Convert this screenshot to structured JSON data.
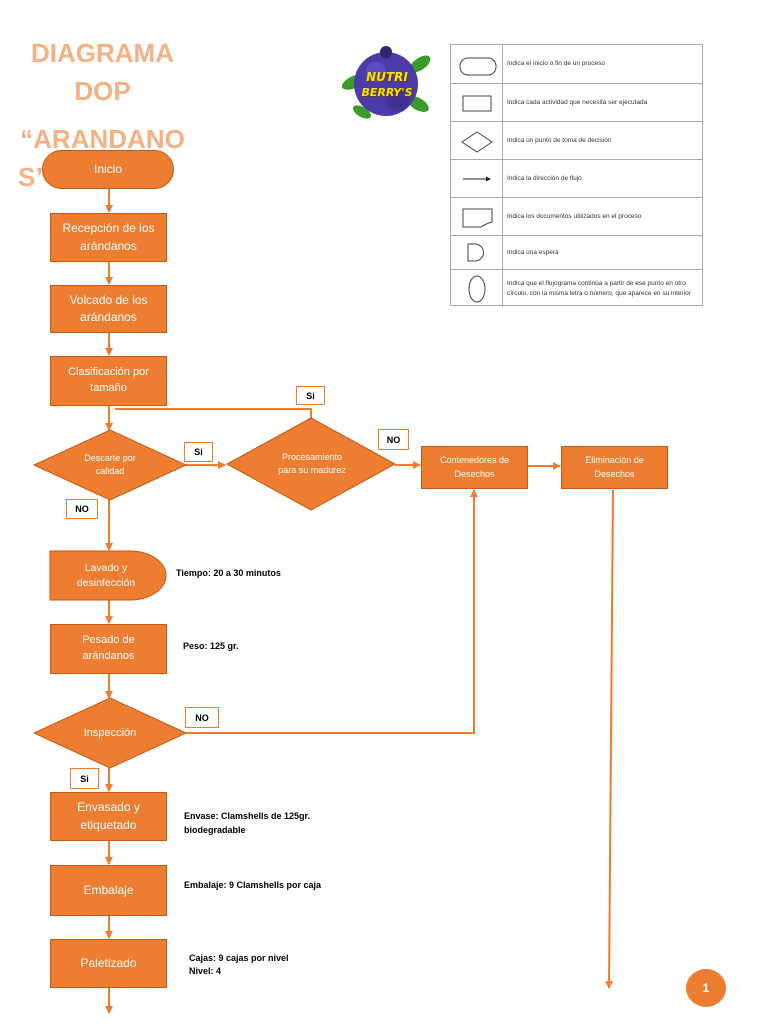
{
  "title": {
    "line1": "DIAGRAMA",
    "line2": "DOP",
    "line3": "“ARANDANO",
    "line4": "S”"
  },
  "logo": {
    "line1": "NUTRI",
    "line2": "BERRY'S"
  },
  "legend": {
    "items": [
      {
        "symbol": "terminal-icon",
        "text": "Indica el inicio o fin de un proceso"
      },
      {
        "symbol": "process-rectangle-icon",
        "text": "Indica cada actividad que necesita ser ejecutada"
      },
      {
        "symbol": "decision-diamond-icon",
        "text": "Indica un punto de toma de decisión"
      },
      {
        "symbol": "arrow-icon",
        "text": "Indica la dirección de flujo"
      },
      {
        "symbol": "document-icon",
        "text": "Indica los documentos utilizados en el proceso"
      },
      {
        "symbol": "delay-icon",
        "text": "Indica una espera"
      },
      {
        "symbol": "connector-circle-icon",
        "text": "Indica que el flujograma continúa a partir de ese punto en otro círculo, con la misma letra o número, que aparece en su interior"
      }
    ]
  },
  "flow": {
    "start": "Inicio",
    "reception": "Recepción de los arándanos",
    "dumping": "Volcado de los arándanos",
    "classification": "Clasificación por tamaño",
    "quality_discard": "Descarte por calidad",
    "ripeness_processing": "Procesamiento para su madurez",
    "waste_containers": "Contenedores de Desechos",
    "waste_removal": "Eliminación de Desechos",
    "washing": "Lavado y desinfección",
    "weighing": "Pesado de arándanos",
    "inspection": "Inspección",
    "packaging": "Envasado y etiquetado",
    "boxing": "Embalaje",
    "palletizing": "Paletizado"
  },
  "labels": {
    "si_top": "Si",
    "si_quality": "Si",
    "no_processing": "NO",
    "no_quality": "NO",
    "no_inspection": "NO",
    "si_inspection": "Si"
  },
  "notes": {
    "washing_time": "Tiempo: 20 a 30 minutos",
    "weight": "Peso: 125 gr.",
    "packaging_line1": "Envase: Clamshells de 125gr.",
    "packaging_line2": "biodegradable",
    "boxing": "Embalaje: 9 Clamshells por caja",
    "palletizing_line1": "Cajas: 9 cajas por nivel",
    "palletizing_line2": "Nivel: 4"
  },
  "page_number": "1",
  "colors": {
    "accent": "#ed7d31",
    "title": "#f4b183",
    "border": "#c55a11"
  }
}
